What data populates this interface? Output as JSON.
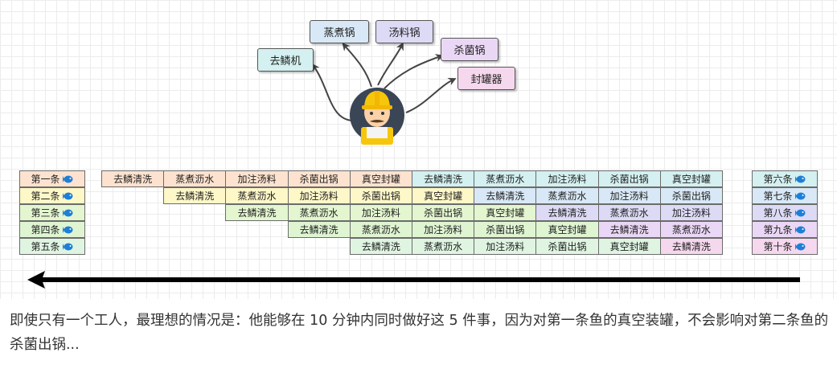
{
  "machines": {
    "descaler": "去鳞机",
    "steamer": "蒸煮锅",
    "soup_pot": "汤料锅",
    "sterilizer": "杀菌锅",
    "sealer": "封罐器"
  },
  "step_colors": {
    "去鳞清洗": "#fde3cf",
    "蒸煮沥水": "#fef7c8",
    "加注汤料": "#dff5d2",
    "杀菌出锅": "#e3f6cf",
    "真空封罐": "#fde3cf",
    "去鳞清洗2": "#d4f0f0",
    "蒸煮沥水2": "#d8e8f6",
    "加注汤料2": "#dcdaf5",
    "杀菌出锅2": "#ead7f5",
    "真空封罐2": "#f6d8ee"
  },
  "left_labels": [
    "第一条",
    "第二条",
    "第三条",
    "第四条",
    "第五条"
  ],
  "right_labels": [
    "第六条",
    "第七条",
    "第八条",
    "第九条",
    "第十条"
  ],
  "left_label_colors": [
    "#fde3cf",
    "#fef7c8",
    "#e3f6cf",
    "#dff5d2",
    "#dff5e2"
  ],
  "right_label_colors": [
    "#d4f0f0",
    "#d8e8f6",
    "#dcdaf5",
    "#ead7f5",
    "#f6d8ee"
  ],
  "grid": [
    [
      "去鳞清洗",
      "蒸煮沥水",
      "加注汤料",
      "杀菌出锅",
      "真空封罐",
      "去鳞清洗",
      "蒸煮沥水",
      "加注汤料",
      "杀菌出锅",
      "真空封罐"
    ],
    [
      "",
      "去鳞清洗",
      "蒸煮沥水",
      "加注汤料",
      "杀菌出锅",
      "真空封罐",
      "去鳞清洗",
      "蒸煮沥水",
      "加注汤料",
      "杀菌出锅"
    ],
    [
      "",
      "",
      "去鳞清洗",
      "蒸煮沥水",
      "加注汤料",
      "杀菌出锅",
      "真空封罐",
      "去鳞清洗",
      "蒸煮沥水",
      "加注汤料"
    ],
    [
      "",
      "",
      "",
      "去鳞清洗",
      "蒸煮沥水",
      "加注汤料",
      "杀菌出锅",
      "真空封罐",
      "去鳞清洗",
      "蒸煮沥水"
    ],
    [
      "",
      "",
      "",
      "",
      "去鳞清洗",
      "蒸煮沥水",
      "加注汤料",
      "杀菌出锅",
      "真空封罐",
      "去鳞清洗"
    ]
  ],
  "grid_colors": [
    [
      "#fde3cf",
      "#fde3cf",
      "#fde3cf",
      "#fde3cf",
      "#fde3cf",
      "#d4f0f0",
      "#d4f0f0",
      "#d4f0f0",
      "#d4f0f0",
      "#d4f0f0"
    ],
    [
      "",
      "#fef7c8",
      "#fef7c8",
      "#fef7c8",
      "#fef7c8",
      "#fef7c8",
      "#d8e8f6",
      "#d8e8f6",
      "#d8e8f6",
      "#d8e8f6"
    ],
    [
      "",
      "",
      "#e3f6cf",
      "#e3f6cf",
      "#e3f6cf",
      "#e3f6cf",
      "#e3f6cf",
      "#dcdaf5",
      "#dcdaf5",
      "#dcdaf5"
    ],
    [
      "",
      "",
      "",
      "#dff5d2",
      "#dff5d2",
      "#dff5d2",
      "#dff5d2",
      "#dff5d2",
      "#ead7f5",
      "#ead7f5"
    ],
    [
      "",
      "",
      "",
      "",
      "#dff5e2",
      "#dff5e2",
      "#dff5e2",
      "#dff5e2",
      "#dff5e2",
      "#f6d8ee"
    ]
  ],
  "caption": "即使只有一个工人，最理想的情况是：他能够在 10 分钟内同时做好这 5 件事，因为对第一条鱼的真空装罐，不会影响对第二条鱼的杀菌出锅..."
}
